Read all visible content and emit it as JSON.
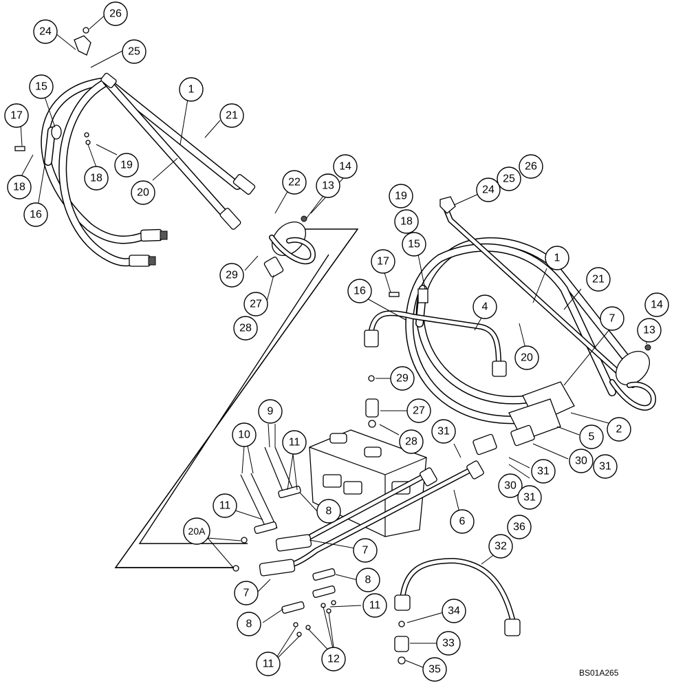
{
  "figure": {
    "reference_code": "BS01A265"
  },
  "callouts": {
    "c26a": "26",
    "c24a": "24",
    "c25a": "25",
    "c15a": "15",
    "c1a": "1",
    "c21a": "21",
    "c17a": "17",
    "c19a": "19",
    "c18a": "18",
    "c18b": "18",
    "c20a": "20",
    "c16a": "16",
    "c22": "22",
    "c14a": "14",
    "c13a": "13",
    "c29a": "29",
    "c27a": "27",
    "c28a": "28",
    "c24b": "24",
    "c25b": "25",
    "c26b": "26",
    "c19b": "19",
    "c18c": "18",
    "c15b": "15",
    "c17b": "17",
    "c1b": "1",
    "c21b": "21",
    "c16b": "16",
    "c4": "4",
    "c14b": "14",
    "c7a": "7",
    "c13b": "13",
    "c20b": "20",
    "c29b": "29",
    "c27b": "27",
    "c28b": "28",
    "c31a": "31",
    "c2": "2",
    "c5": "5",
    "c9": "9",
    "c10": "10",
    "c11a": "11",
    "c30a": "30",
    "c31b": "31",
    "c31c": "31",
    "c30b": "30",
    "c31d": "31",
    "c11b": "11",
    "c8a": "8",
    "c6": "6",
    "c20A": "20A",
    "c7b": "7",
    "c36": "36",
    "c32": "32",
    "c8b": "8",
    "c7c": "7",
    "c11c": "11",
    "c8c": "8",
    "c34": "34",
    "c33": "33",
    "c11d": "11",
    "c12": "12",
    "c35": "35"
  }
}
